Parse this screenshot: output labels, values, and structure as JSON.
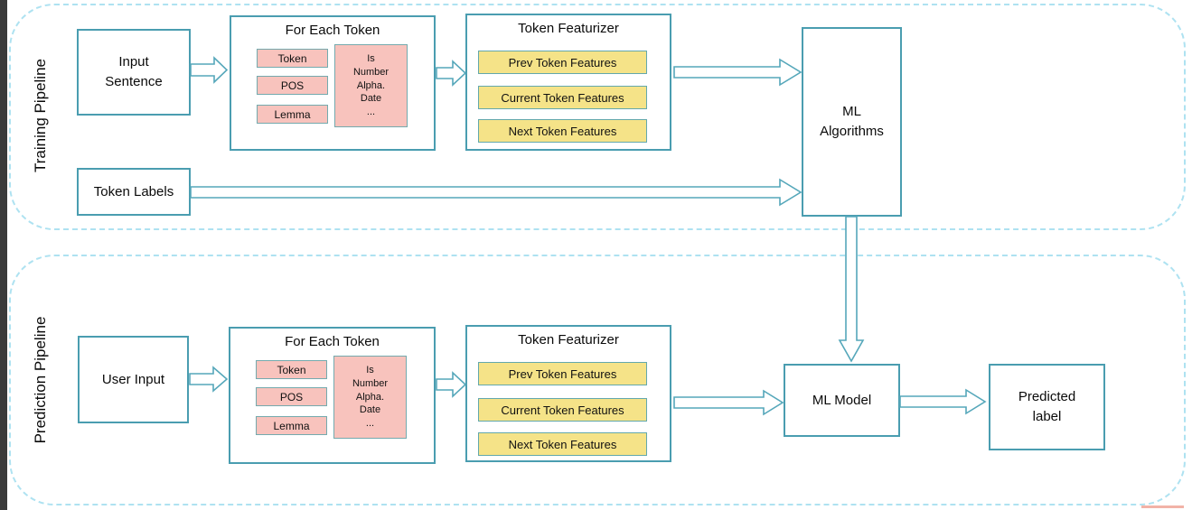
{
  "colors": {
    "box_border": "#4a9db0",
    "pink_fill": "#f8c3bd",
    "yellow_fill": "#f5e388",
    "dashed_border": "#aee2f1",
    "arrow_stroke": "#55a7ba"
  },
  "training": {
    "pipeline_label": "Training Pipeline",
    "input_sentence_label": "Input Sentence",
    "token_labels_label": "Token Labels",
    "for_each_token": {
      "title": "For Each Token",
      "attributes": [
        "Token",
        "POS",
        "Lemma"
      ],
      "checks": [
        "Is",
        "Number",
        "Alpha.",
        "Date",
        "..."
      ]
    },
    "token_featurizer": {
      "title": "Token Featurizer",
      "features": [
        "Prev Token Features",
        "Current Token Features",
        "Next Token Features"
      ]
    },
    "ml_algorithms_label": "ML Algorithms"
  },
  "prediction": {
    "pipeline_label": "Prediction Pipeline",
    "user_input_label": "User Input",
    "for_each_token": {
      "title": "For Each Token",
      "attributes": [
        "Token",
        "POS",
        "Lemma"
      ],
      "checks": [
        "Is",
        "Number",
        "Alpha.",
        "Date",
        "..."
      ]
    },
    "token_featurizer": {
      "title": "Token Featurizer",
      "features": [
        "Prev Token Features",
        "Current Token Features",
        "Next Token Features"
      ]
    },
    "ml_model_label": "ML Model",
    "predicted_label_label": "Predicted label"
  }
}
